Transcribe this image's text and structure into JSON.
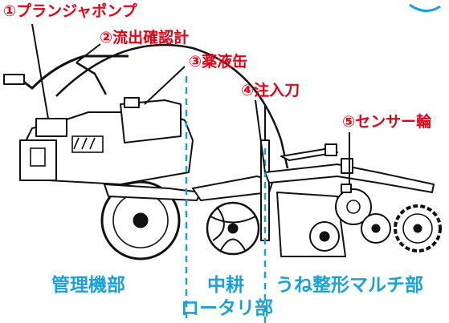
{
  "callouts": {
    "c1": "①プランジャポンプ",
    "c2": "②流出確認計",
    "c3": "③薬液缶",
    "c4": "④注入刀",
    "c5": "⑤センサー輪"
  },
  "sections": {
    "s1": "管理機部",
    "s2a": "中耕",
    "s2b": "ロータリ部",
    "s3": "うね整形マルチ部"
  },
  "colors": {
    "callout": "#e60012",
    "section": "#1aa2d8",
    "divider": "#1aa2d8",
    "outline": "#111111"
  }
}
